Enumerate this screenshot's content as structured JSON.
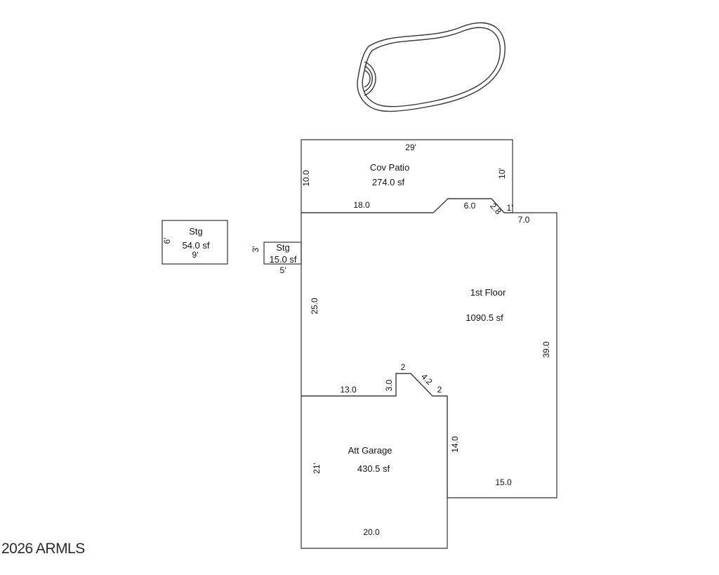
{
  "rooms": {
    "cov_patio": {
      "name": "Cov Patio",
      "area": "274.0 sf"
    },
    "first_floor": {
      "name": "1st Floor",
      "area": "1090.5 sf"
    },
    "att_garage": {
      "name": "Att Garage",
      "area": "430.5 sf"
    },
    "stg_large": {
      "name": "Stg",
      "area": "54.0 sf"
    },
    "stg_small": {
      "name": "Stg",
      "area": "15.0 sf"
    }
  },
  "dimensions": {
    "patio_top": "29'",
    "patio_left": "10.0",
    "patio_right": "10'",
    "patio_bottom": "18.0",
    "patio_step": "6.0",
    "patio_diag": "2.8",
    "patio_corner": "1'",
    "floor_top": "7.0",
    "floor_left": "25.0",
    "floor_right": "39.0",
    "floor_bottom": "15.0",
    "garage_top": "13.0",
    "notch_height": "3.0",
    "notch_top": "2",
    "notch_diag": "4.2",
    "notch_step": "2",
    "garage_right": "14.0",
    "garage_left": "21'",
    "garage_bottom": "20.0",
    "stg_large_side": "6'",
    "stg_large_bottom": "9'",
    "stg_small_side": "3'",
    "stg_small_bottom": "5'"
  },
  "footer": {
    "copyright": "2026 ARMLS"
  }
}
